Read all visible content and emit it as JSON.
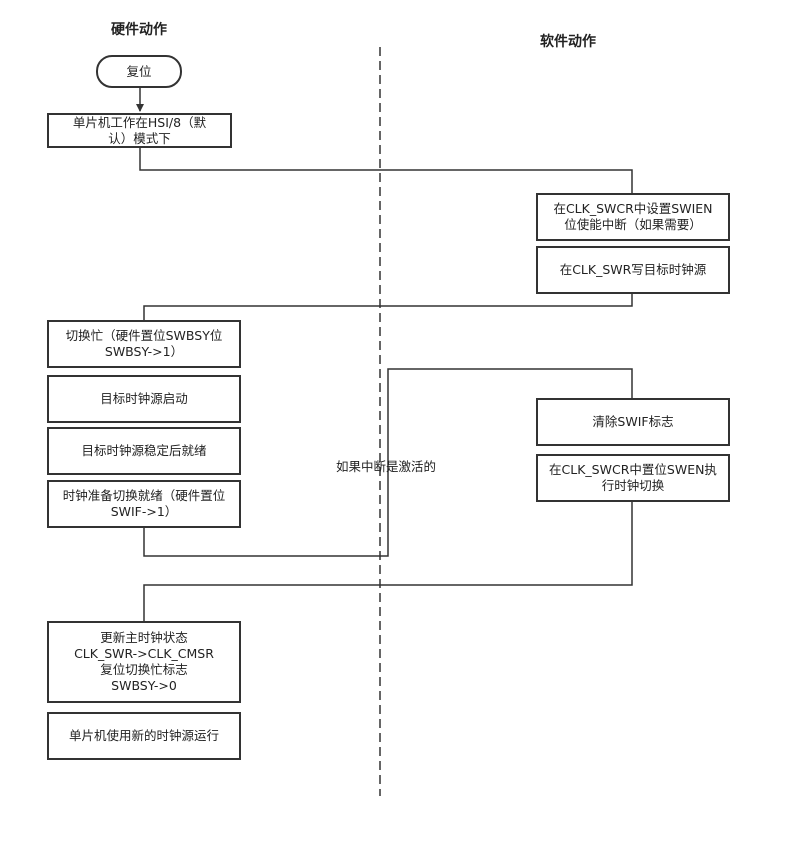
{
  "headers": {
    "hardware": "硬件动作",
    "software": "软件动作"
  },
  "nodes": {
    "reset": "复位",
    "hsi": "单片机工作在HSI/8（默\n认）模式下",
    "swien": "在CLK_SWCR中设置SWIEN\n位使能中断（如果需要）",
    "write_swr": "在CLK_SWR写目标时钟源",
    "busy": "切换忙（硬件置位SWBSY位\nSWBSY->1）",
    "target_start": "目标时钟源启动",
    "target_stable": "目标时钟源稳定后就绪",
    "ready": "时钟准备切换就绪（硬件置位\nSWIF->1）",
    "clear_swif": "清除SWIF标志",
    "swen": "在CLK_SWCR中置位SWEN执\n行时钟切换",
    "update": "更新主时钟状态\nCLK_SWR->CLK_CMSR\n复位切换忙标志\nSWBSY->0",
    "run_new": "单片机使用新的时钟源运行"
  },
  "annotation": "如果中断是激活的",
  "colors": {
    "stroke": "#333333",
    "background": "#ffffff"
  }
}
